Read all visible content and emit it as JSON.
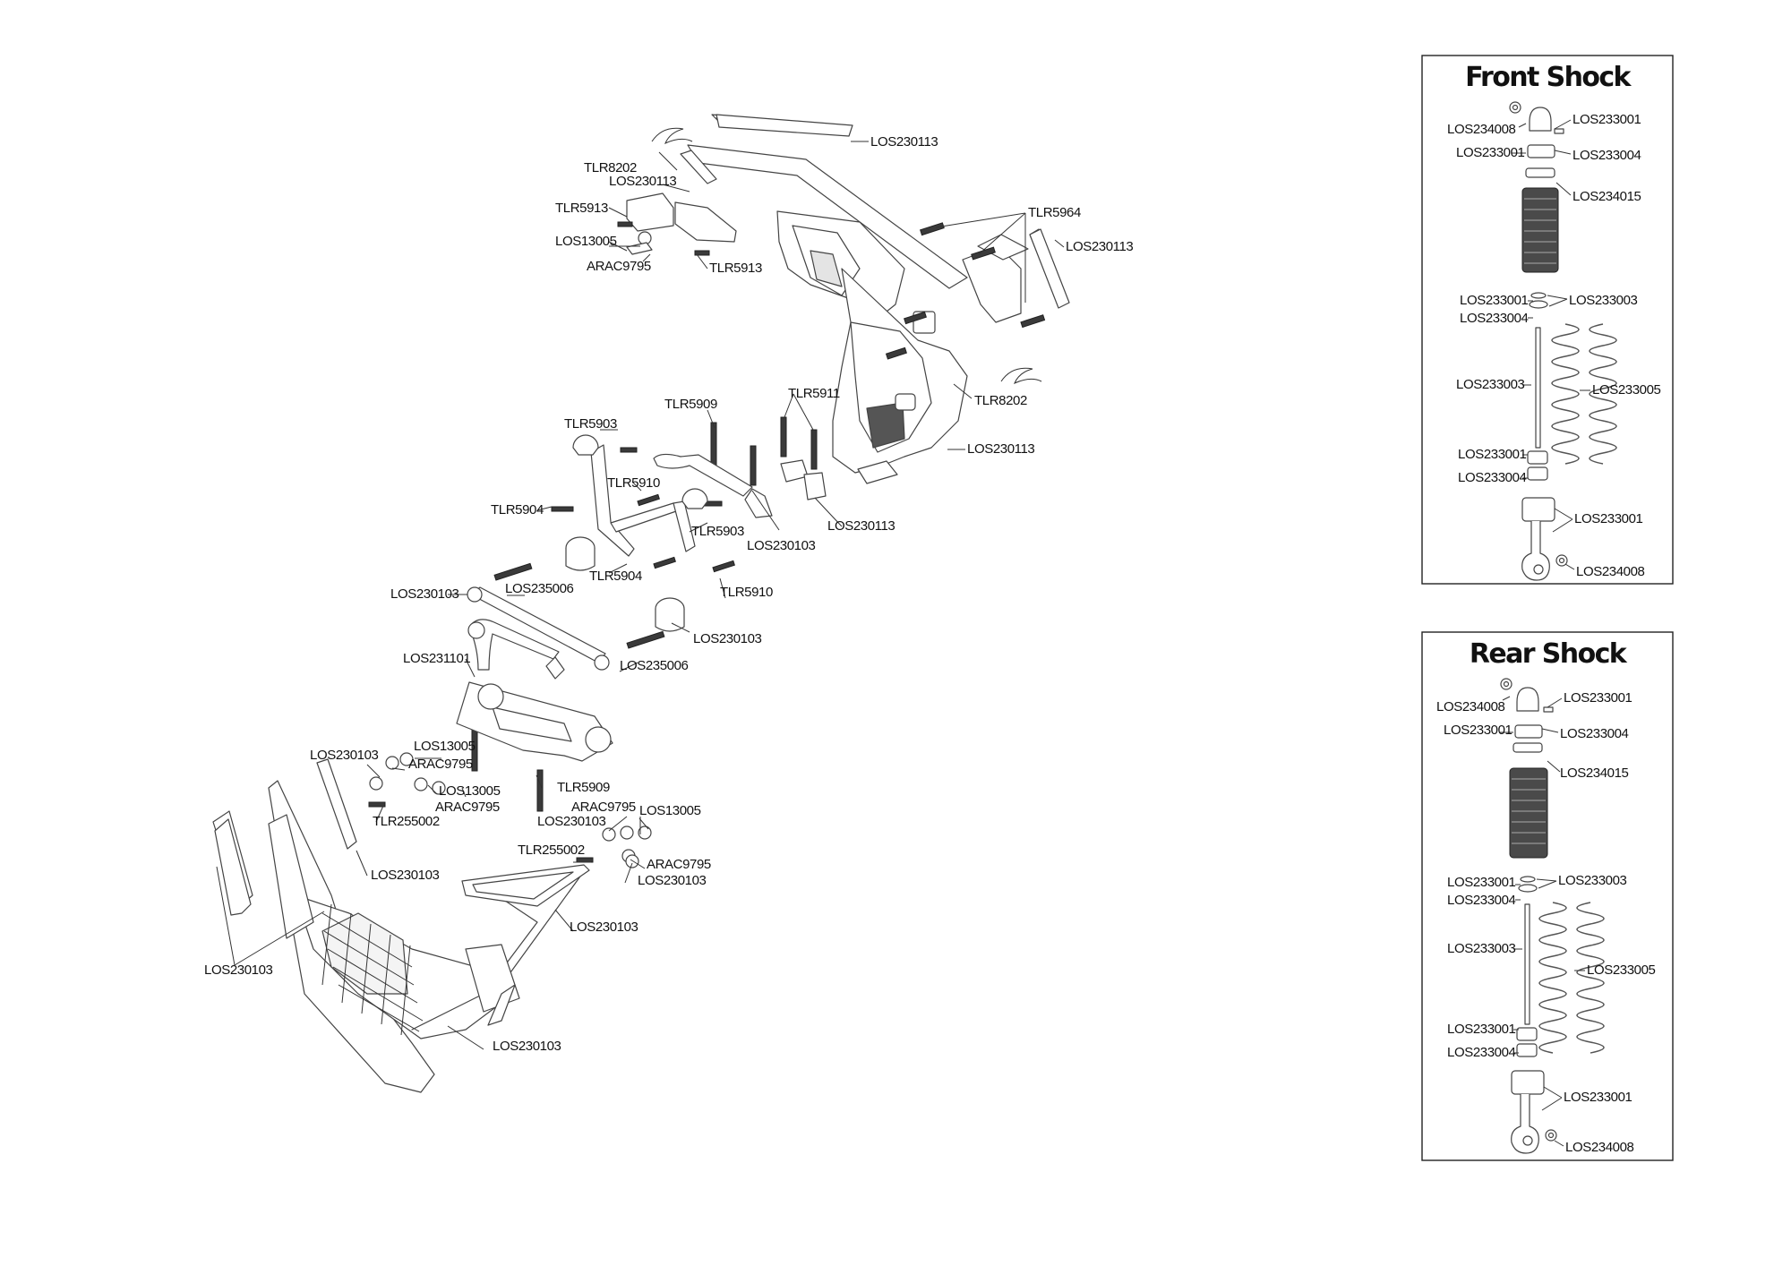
{
  "front_shock": {
    "title": "Front Shock",
    "labels": [
      "LOS234008",
      "LOS233001",
      "LOS233001",
      "LOS233004",
      "LOS234015",
      "LOS233001",
      "LOS233003",
      "LOS233004",
      "LOS233003",
      "LOS233005",
      "LOS233001",
      "LOS233004",
      "LOS233001",
      "LOS234008"
    ]
  },
  "rear_shock": {
    "title": "Rear Shock",
    "labels": [
      "LOS234008",
      "LOS233001",
      "LOS233001",
      "LOS233004",
      "LOS234015",
      "LOS233001",
      "LOS233003",
      "LOS233004",
      "LOS233003",
      "LOS233005",
      "LOS233001",
      "LOS233004",
      "LOS233001",
      "LOS234008"
    ]
  },
  "assembly": {
    "labels": [
      "LOS230113",
      "TLR8202",
      "LOS230113",
      "TLR5913",
      "LOS13005",
      "ARAC9795",
      "TLR5913",
      "TLR5964",
      "LOS230113",
      "TLR8202",
      "LOS230113",
      "TLR5911",
      "TLR5909",
      "TLR5903",
      "TLR5910",
      "TLR5904",
      "TLR5903",
      "LOS230103",
      "LOS230113",
      "TLR5904",
      "TLR5910",
      "LOS230103",
      "LOS235006",
      "LOS230103",
      "LOS235006",
      "LOS231101",
      "LOS230103",
      "LOS13005",
      "ARAC9795",
      "LOS13005",
      "ARAC9795",
      "TLR255002",
      "TLR5909",
      "ARAC9795",
      "LOS230103",
      "LOS13005",
      "TLR255002",
      "ARAC9795",
      "LOS230103",
      "LOS230103",
      "LOS230103",
      "LOS230103",
      "LOS230103"
    ]
  }
}
